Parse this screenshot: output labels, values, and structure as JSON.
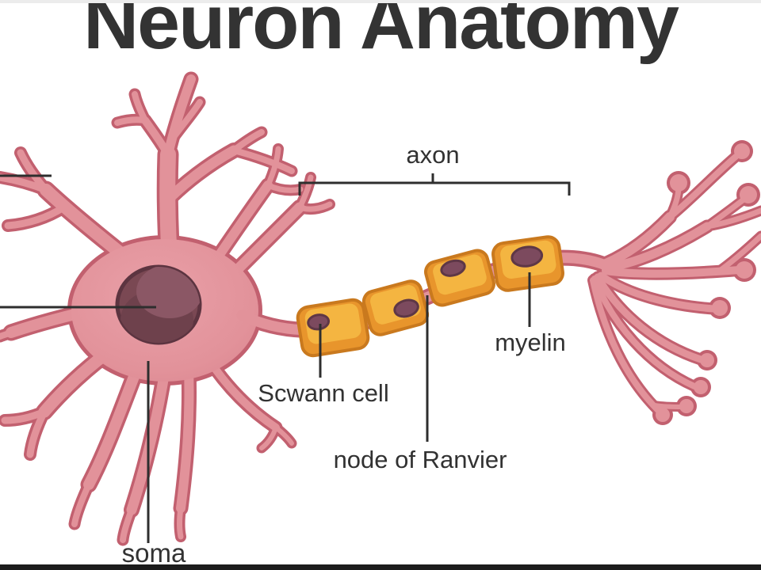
{
  "title": "Neuron Anatomy",
  "labels": {
    "axon": "axon",
    "schwann_cell": "Scwann cell",
    "node_of_ranvier": "node of Ranvier",
    "myelin": "myelin",
    "soma": "soma"
  },
  "colors": {
    "background": "#ffffff",
    "title_text": "#333333",
    "label_text": "#323232",
    "leader_line": "#2e2e2e",
    "neuron_body_pink": "#E2929A",
    "neuron_outline_pink": "#C2606F",
    "soma_nucleus": "#7A4853",
    "soma_nucleus_highlight": "#8B5765",
    "myelin_base": "#E8952C",
    "myelin_highlight": "#F4B541",
    "myelin_outline": "#C9791E",
    "myelin_nucleus": "#7C4A5E",
    "bottom_bar": "#1c1c1c",
    "top_strip": "#ececec"
  }
}
